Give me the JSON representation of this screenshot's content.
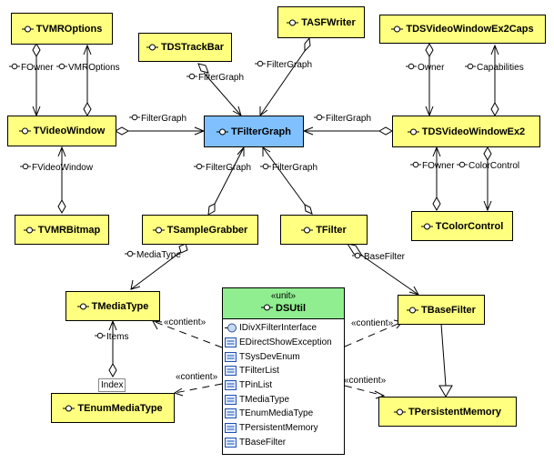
{
  "diagram": {
    "classes": {
      "tvmroptions": "TVMROptions",
      "tdstrackbar": "TDSTrackBar",
      "tasfwriter": "TASFWriter",
      "tdsvideowindowex2caps": "TDSVideoWindowEx2Caps",
      "tvideowindow": "TVideoWindow",
      "tfiltergraph": "TFilterGraph",
      "tdsvideowindowex2": "TDSVideoWindowEx2",
      "tvmrbitmap": "TVMRBitmap",
      "tsamplegrabber": "TSampleGrabber",
      "tfilter": "TFilter",
      "tcolorcontrol": "TColorControl",
      "tmediatype": "TMediaType",
      "tbasefilter": "TBaseFilter",
      "tenummediatype": "TEnumMediaType",
      "tpersistentmemory": "TPersistentMemory"
    },
    "labels": {
      "fowner1": "FOwner",
      "vmroptions": "VMROptions",
      "fg_trackbar": "FilterGraph",
      "fg_asf": "FilterGraph",
      "fg_videowindow": "FilterGraph",
      "fg_ex2": "FilterGraph",
      "owner": "Owner",
      "capabilities": "Capabilities",
      "fvideowindow": "FVideoWindow",
      "fg_grabber": "FilterGraph",
      "fg_filter": "FilterGraph",
      "fowner2": "FOwner",
      "colorcontrol": "ColorControl",
      "mediatype": "MediaType",
      "basefilter": "BaseFilter",
      "items": "Items",
      "index": "Index",
      "contient1": "«contient»",
      "contient2": "«contient»",
      "contient3": "«contient»",
      "contient4": "«contient»"
    },
    "unit": {
      "stereotype": "«unit»",
      "name": "DSUtil",
      "members": [
        {
          "name": "IDivXFilterInterface",
          "kind": "interface"
        },
        {
          "name": "EDirectShowException",
          "kind": "class"
        },
        {
          "name": "TSysDevEnum",
          "kind": "class"
        },
        {
          "name": "TFilterList",
          "kind": "class"
        },
        {
          "name": "TPinList",
          "kind": "class"
        },
        {
          "name": "TMediaType",
          "kind": "class"
        },
        {
          "name": "TEnumMediaType",
          "kind": "class"
        },
        {
          "name": "TPersistentMemory",
          "kind": "class"
        },
        {
          "name": "TBaseFilter",
          "kind": "class"
        }
      ]
    },
    "colors": {
      "class_fill": "#ffff80",
      "focus_fill": "#80c0ff",
      "unit_header": "#90ee90"
    }
  }
}
